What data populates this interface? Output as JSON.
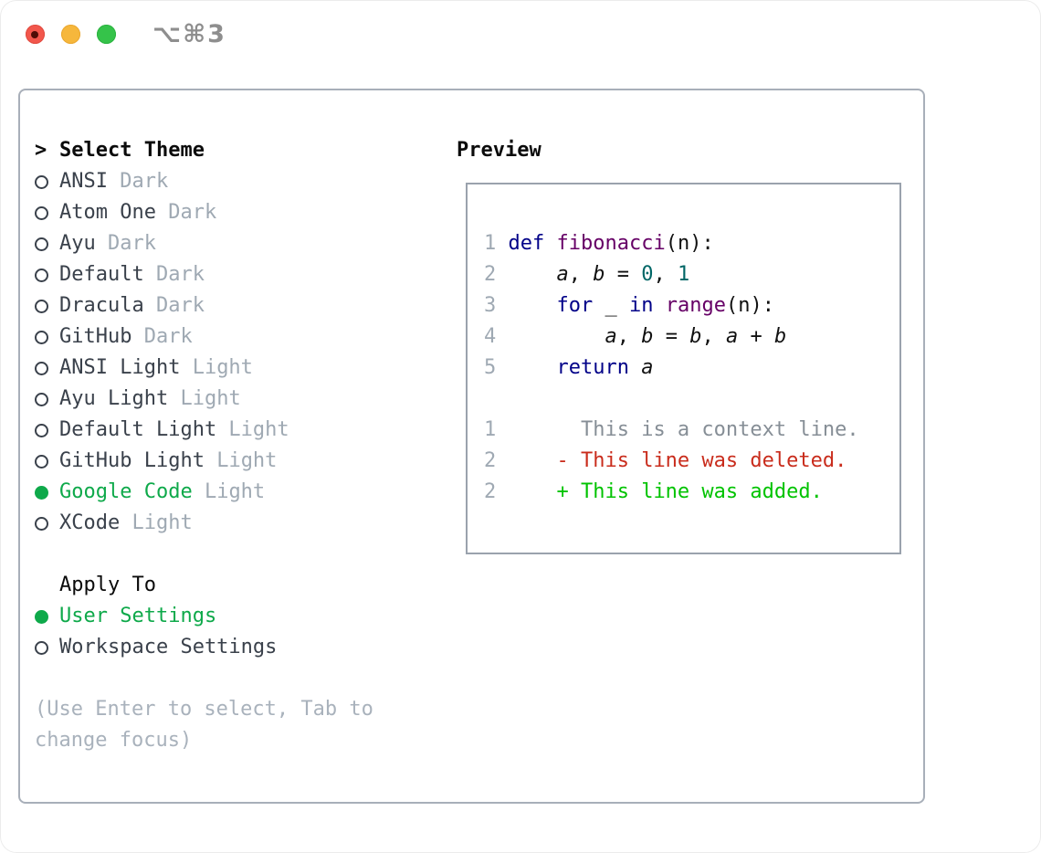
{
  "window": {
    "title": "⌥⌘3",
    "traffic_lights": [
      "close",
      "minimize",
      "zoom"
    ]
  },
  "theme_picker": {
    "header_prefix": ">",
    "header": "Select Theme",
    "themes": [
      {
        "name": "ANSI",
        "variant": "Dark",
        "selected": false
      },
      {
        "name": "Atom One",
        "variant": "Dark",
        "selected": false
      },
      {
        "name": "Ayu",
        "variant": "Dark",
        "selected": false
      },
      {
        "name": "Default",
        "variant": "Dark",
        "selected": false
      },
      {
        "name": "Dracula",
        "variant": "Dark",
        "selected": false
      },
      {
        "name": "GitHub",
        "variant": "Dark",
        "selected": false
      },
      {
        "name": "ANSI Light",
        "variant": "Light",
        "selected": false
      },
      {
        "name": "Ayu Light",
        "variant": "Light",
        "selected": false
      },
      {
        "name": "Default Light",
        "variant": "Light",
        "selected": false
      },
      {
        "name": "GitHub Light",
        "variant": "Light",
        "selected": false
      },
      {
        "name": "Google Code",
        "variant": "Light",
        "selected": true
      },
      {
        "name": "XCode",
        "variant": "Light",
        "selected": false
      }
    ],
    "apply_to": {
      "header": "Apply To",
      "options": [
        {
          "label": "User Settings",
          "selected": true
        },
        {
          "label": "Workspace Settings",
          "selected": false
        }
      ]
    },
    "help_lines": [
      "(Use Enter to select, Tab to",
      "change focus)"
    ]
  },
  "preview": {
    "header": "Preview",
    "lines": [
      {
        "num": "1",
        "tokens": [
          {
            "t": "def",
            "c": "kw"
          },
          {
            "t": " "
          },
          {
            "t": "fibonacci",
            "c": "fn"
          },
          {
            "t": "(n):"
          }
        ]
      },
      {
        "num": "2",
        "tokens": [
          {
            "t": "    "
          },
          {
            "t": "a",
            "i": 1
          },
          {
            "t": ", "
          },
          {
            "t": "b",
            "i": 1
          },
          {
            "t": " = "
          },
          {
            "t": "0",
            "c": "lit"
          },
          {
            "t": ", "
          },
          {
            "t": "1",
            "c": "lit"
          }
        ]
      },
      {
        "num": "3",
        "tokens": [
          {
            "t": "    "
          },
          {
            "t": "for",
            "c": "kw"
          },
          {
            "t": " _ "
          },
          {
            "t": "in",
            "c": "kw"
          },
          {
            "t": " "
          },
          {
            "t": "range",
            "c": "fn"
          },
          {
            "t": "(n):"
          }
        ]
      },
      {
        "num": "4",
        "tokens": [
          {
            "t": "        "
          },
          {
            "t": "a",
            "i": 1
          },
          {
            "t": ", "
          },
          {
            "t": "b",
            "i": 1
          },
          {
            "t": " = "
          },
          {
            "t": "b",
            "i": 1
          },
          {
            "t": ", "
          },
          {
            "t": "a",
            "i": 1
          },
          {
            "t": " + "
          },
          {
            "t": "b",
            "i": 1
          }
        ]
      },
      {
        "num": "5",
        "tokens": [
          {
            "t": "    "
          },
          {
            "t": "return",
            "c": "kw"
          },
          {
            "t": " "
          },
          {
            "t": "a",
            "i": 1
          }
        ]
      },
      {
        "blank": true
      },
      {
        "num": "1",
        "tokens": [
          {
            "t": "      This is a context line.",
            "c": "ctx"
          }
        ]
      },
      {
        "num": "2",
        "tokens": [
          {
            "t": "    - This line was deleted.",
            "c": "del"
          }
        ]
      },
      {
        "num": "2",
        "tokens": [
          {
            "t": "    + This line was added.",
            "c": "add"
          }
        ]
      }
    ]
  },
  "colors": {
    "selected_green": "#0ea94a",
    "kw": "#000088",
    "fn": "#660066",
    "lit": "#006666",
    "ctx": "#868e96",
    "del": "#c92c1c",
    "add": "#00c300",
    "muted_gray": "#9fa9b3",
    "text_dark": "#3a414b",
    "panel_border": "#a8afb9",
    "traffic_red": "#f2574c",
    "traffic_yellow": "#f6b73c",
    "traffic_green": "#35c34a"
  }
}
